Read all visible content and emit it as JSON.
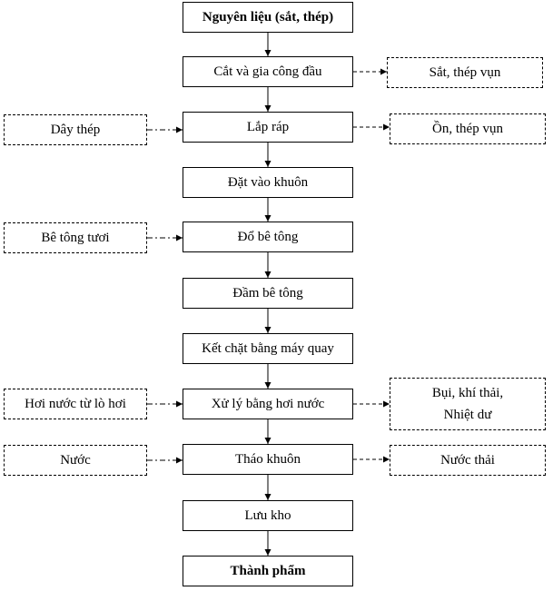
{
  "process_steps": [
    {
      "id": "s0",
      "label": "Nguyên liệu (sắt, thép)"
    },
    {
      "id": "s1",
      "label": "Cắt và gia công đầu"
    },
    {
      "id": "s2",
      "label": "Lắp ráp"
    },
    {
      "id": "s3",
      "label": "Đặt vào khuôn"
    },
    {
      "id": "s4",
      "label": "Đổ bê tông"
    },
    {
      "id": "s5",
      "label": "Đầm bê tông"
    },
    {
      "id": "s6",
      "label": "Kết chặt bằng máy quay"
    },
    {
      "id": "s7",
      "label": "Xử lý bằng hơi nước"
    },
    {
      "id": "s8",
      "label": "Tháo khuôn"
    },
    {
      "id": "s9",
      "label": "Lưu kho"
    },
    {
      "id": "s10",
      "label": "Thành phẩm"
    }
  ],
  "inputs": [
    {
      "id": "in0",
      "label": "Dây thép",
      "to": "s2"
    },
    {
      "id": "in1",
      "label": "Bê tông tươi",
      "to": "s4"
    },
    {
      "id": "in2",
      "label": "Hơi nước từ lò hơi",
      "to": "s7"
    },
    {
      "id": "in3",
      "label": "Nước",
      "to": "s8"
    }
  ],
  "outputs": [
    {
      "id": "out0",
      "lines": [
        "Sắt, thép vụn"
      ],
      "from": "s1"
    },
    {
      "id": "out1",
      "lines": [
        "Ồn, thép vụn"
      ],
      "from": "s2"
    },
    {
      "id": "out2",
      "lines": [
        "Bụi, khí thải,",
        "Nhiệt dư"
      ],
      "from": "s7"
    },
    {
      "id": "out3",
      "lines": [
        "Nước thải"
      ],
      "from": "s8"
    }
  ]
}
